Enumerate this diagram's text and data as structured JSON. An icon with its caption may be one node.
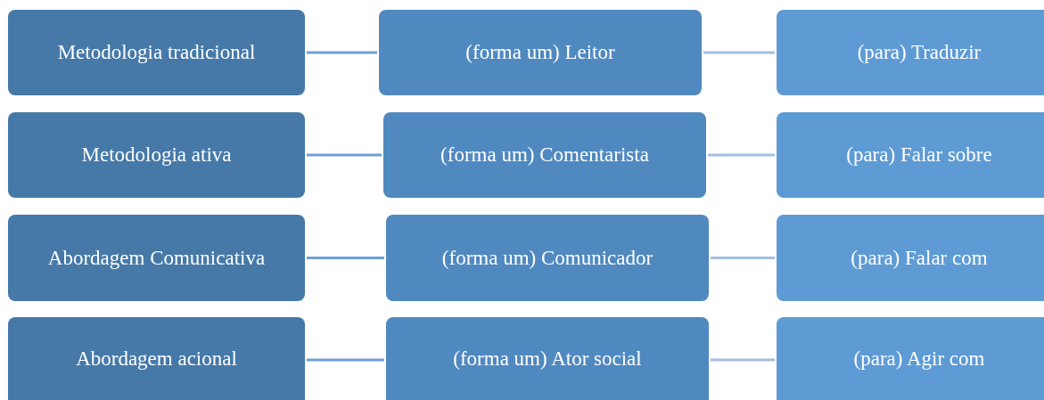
{
  "diagram": {
    "nodes": [
      {
        "text": [
          "Metodologia tradicional"
        ]
      },
      {
        "text": [
          "(forma um) Leitor"
        ]
      },
      {
        "text": [
          "(para) Traduzir"
        ]
      },
      {
        "text": [
          "Metodologia ativa"
        ]
      },
      {
        "text": [
          "(forma um) Comentarista"
        ]
      },
      {
        "text": [
          "(para) Falar sobre"
        ]
      },
      {
        "text": [
          "Abordagem Comunicativa"
        ]
      },
      {
        "text": [
          "(forma um) Comunicador"
        ]
      },
      {
        "text": [
          "(para) Falar com"
        ]
      },
      {
        "text": [
          "Abordagem acional"
        ]
      },
      {
        "text": [
          "(forma um) Ator social"
        ]
      },
      {
        "text": [
          "(para) Agir com"
        ]
      }
    ],
    "edges": [
      {
        "from": 0,
        "to": 1,
        "arrow": "none",
        "color": "#6fa0d6"
      },
      {
        "from": 1,
        "to": 2,
        "arrow": "none",
        "color": "#a3bfe2"
      },
      {
        "from": 3,
        "to": 4,
        "arrow": "none",
        "color": "#6fa0d6"
      },
      {
        "from": 4,
        "to": 5,
        "arrow": "none",
        "color": "#a3bfe2"
      },
      {
        "from": 6,
        "to": 7,
        "arrow": "none",
        "color": "#6fa0d6"
      },
      {
        "from": 7,
        "to": 8,
        "arrow": "none",
        "color": "#a3bfe2"
      },
      {
        "from": 9,
        "to": 10,
        "arrow": "none",
        "color": "#6fa0d6"
      },
      {
        "from": 10,
        "to": 11,
        "arrow": "none",
        "color": "#a3bfe2"
      }
    ]
  }
}
